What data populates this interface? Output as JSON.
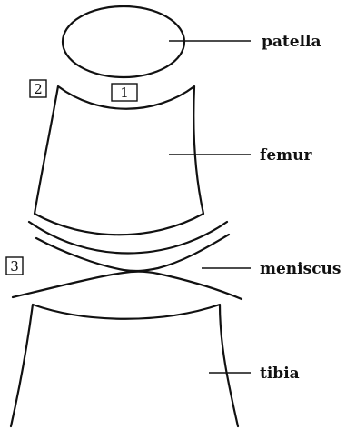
{
  "labels": {
    "patella": "patella",
    "femur": "femur",
    "meniscus": "meniscus",
    "tibia": "tibia"
  },
  "markers": {
    "one": "1",
    "two": "2",
    "three": "3"
  }
}
